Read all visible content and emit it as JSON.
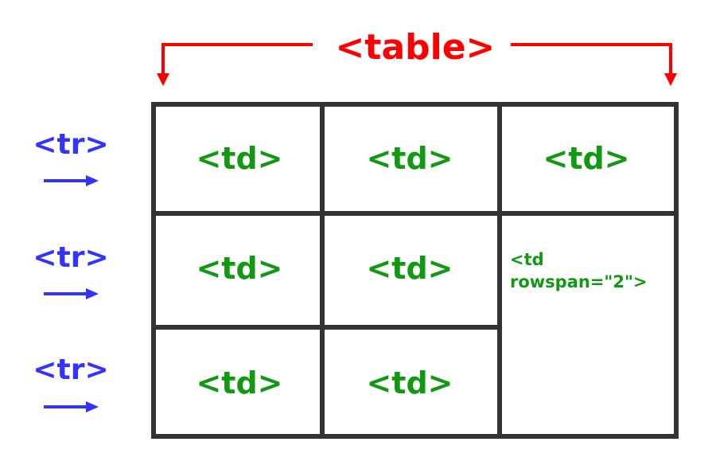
{
  "title": "<table>",
  "rows": [
    {
      "label": "<tr>"
    },
    {
      "label": "<tr>"
    },
    {
      "label": "<tr>"
    }
  ],
  "cells": {
    "r1c1": "<td>",
    "r1c2": "<td>",
    "r1c3": "<td>",
    "r2c1": "<td>",
    "r2c2": "<td>",
    "r3c1": "<td>",
    "r3c2": "<td>",
    "rowspan_line1": "<td",
    "rowspan_line2": "rowspan=\"2\">"
  },
  "colors": {
    "table_label": "#ff0000",
    "row_label": "#3333ff",
    "cell_label": "#119911",
    "grid": "#333333"
  }
}
